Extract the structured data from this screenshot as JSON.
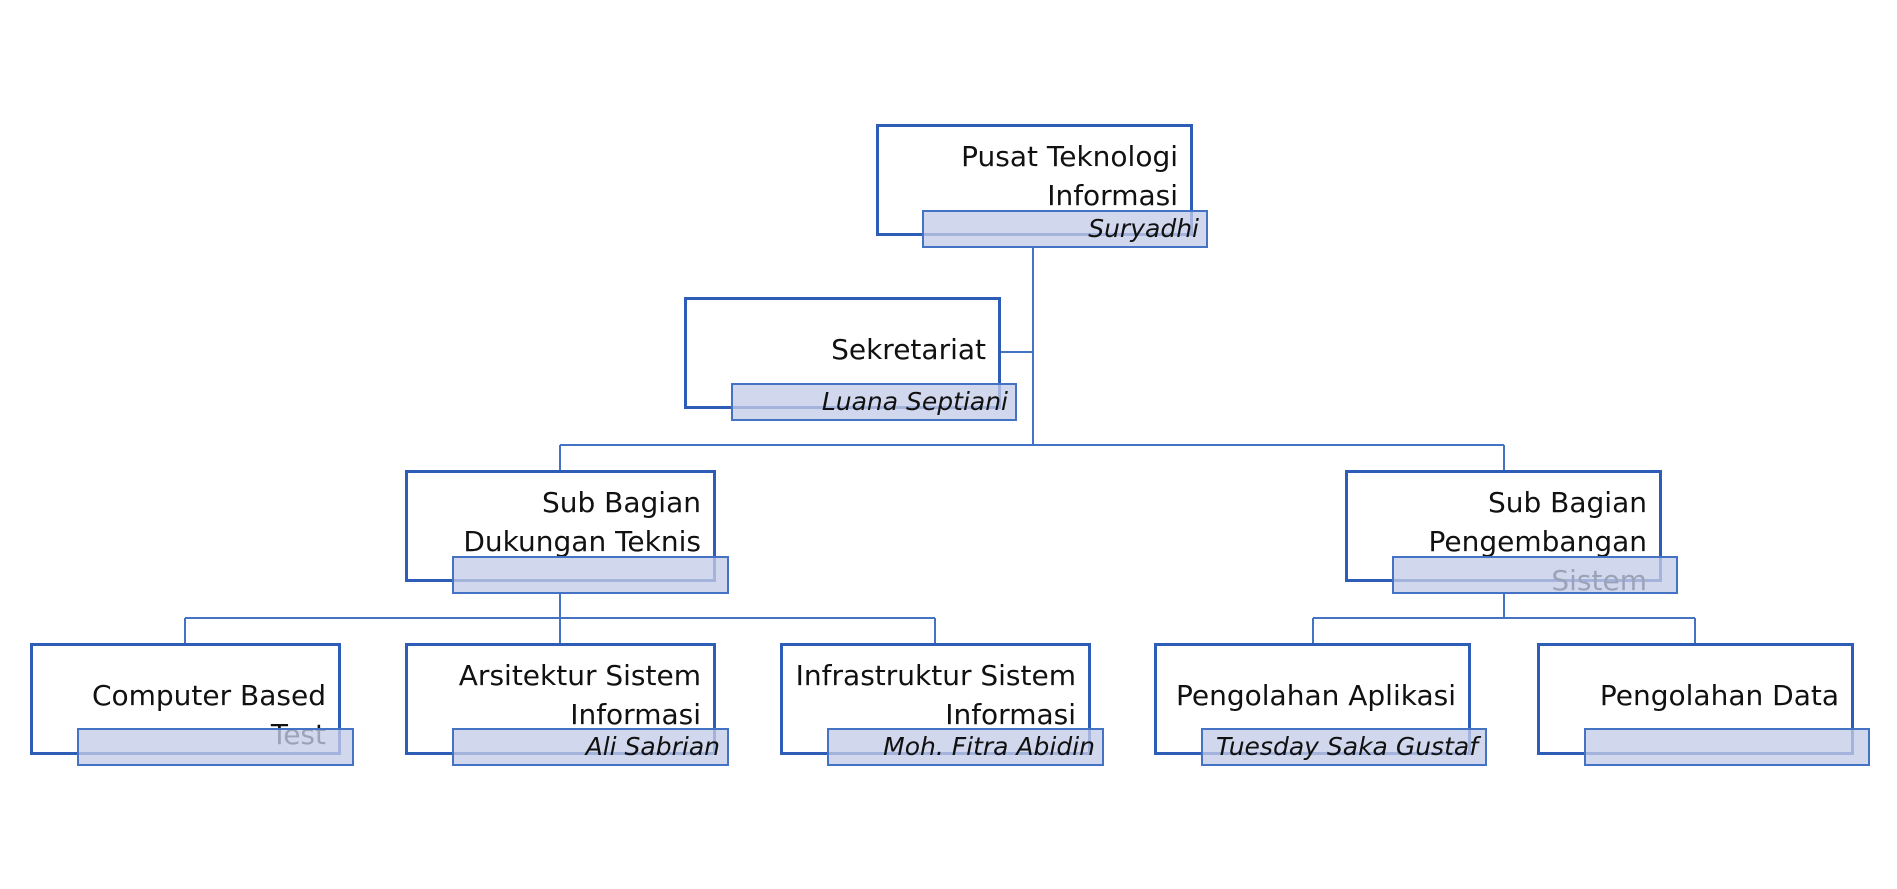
{
  "org_chart": {
    "root": {
      "unit": "Pusat Teknologi\nInformasi",
      "head": "Suryadhi"
    },
    "assistant": {
      "unit": "Sekretariat",
      "head": "Luana Septiani"
    },
    "sub_bagian_dukungan": {
      "unit": "Sub Bagian\nDukungan Teknis",
      "head": "",
      "children": [
        {
          "unit": "Computer Based Test",
          "head": ""
        },
        {
          "unit": "Arsitektur Sistem\nInformasi",
          "head": "Ali Sabrian"
        },
        {
          "unit": "Infrastruktur Sistem\nInformasi",
          "head": "Moh. Fitra Abidin"
        }
      ]
    },
    "sub_bagian_pengembangan": {
      "unit": "Sub Bagian\nPengembangan Sistem",
      "head": "",
      "children": [
        {
          "unit": "Pengolahan Aplikasi",
          "head": "Tuesday Saka Gustaf"
        },
        {
          "unit": "Pengolahan Data",
          "head": ""
        }
      ]
    }
  },
  "colors": {
    "box_border": "#2e5db8",
    "connector": "#4472c4",
    "name_fill": "#c4cce7"
  }
}
